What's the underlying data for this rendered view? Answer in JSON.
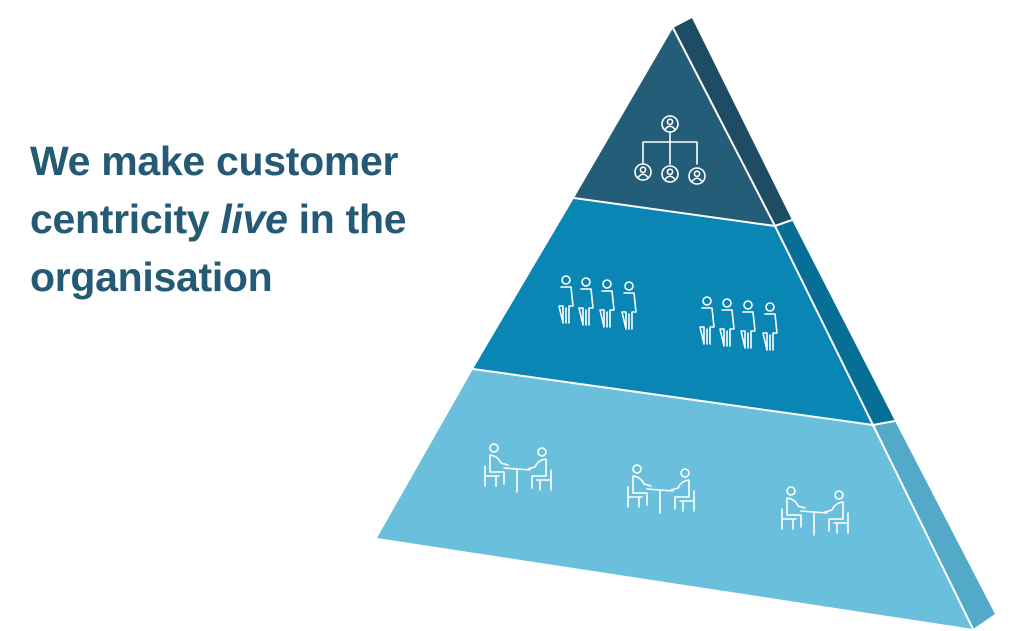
{
  "headline": {
    "line1": "We make customer",
    "line2_before": "centricity ",
    "line2_emphasis": "live",
    "line2_after": " in the",
    "line3": "organisation"
  },
  "colors": {
    "headline_text": "#245a73",
    "tier_top_front": "#245d78",
    "tier_top_side": "#1d4c63",
    "tier_middle_front": "#0a86b5",
    "tier_middle_side": "#076e96",
    "tier_bottom_front": "#69bfdc",
    "tier_bottom_side": "#52a9c8",
    "icon_stroke": "#ffffff"
  },
  "pyramid": {
    "tiers": [
      {
        "name": "top",
        "icon": "org-chart-icon",
        "icon_count": 1
      },
      {
        "name": "middle",
        "icon": "people-group-icon",
        "icon_count": 2
      },
      {
        "name": "bottom",
        "icon": "meeting-table-icon",
        "icon_count": 3
      }
    ]
  }
}
